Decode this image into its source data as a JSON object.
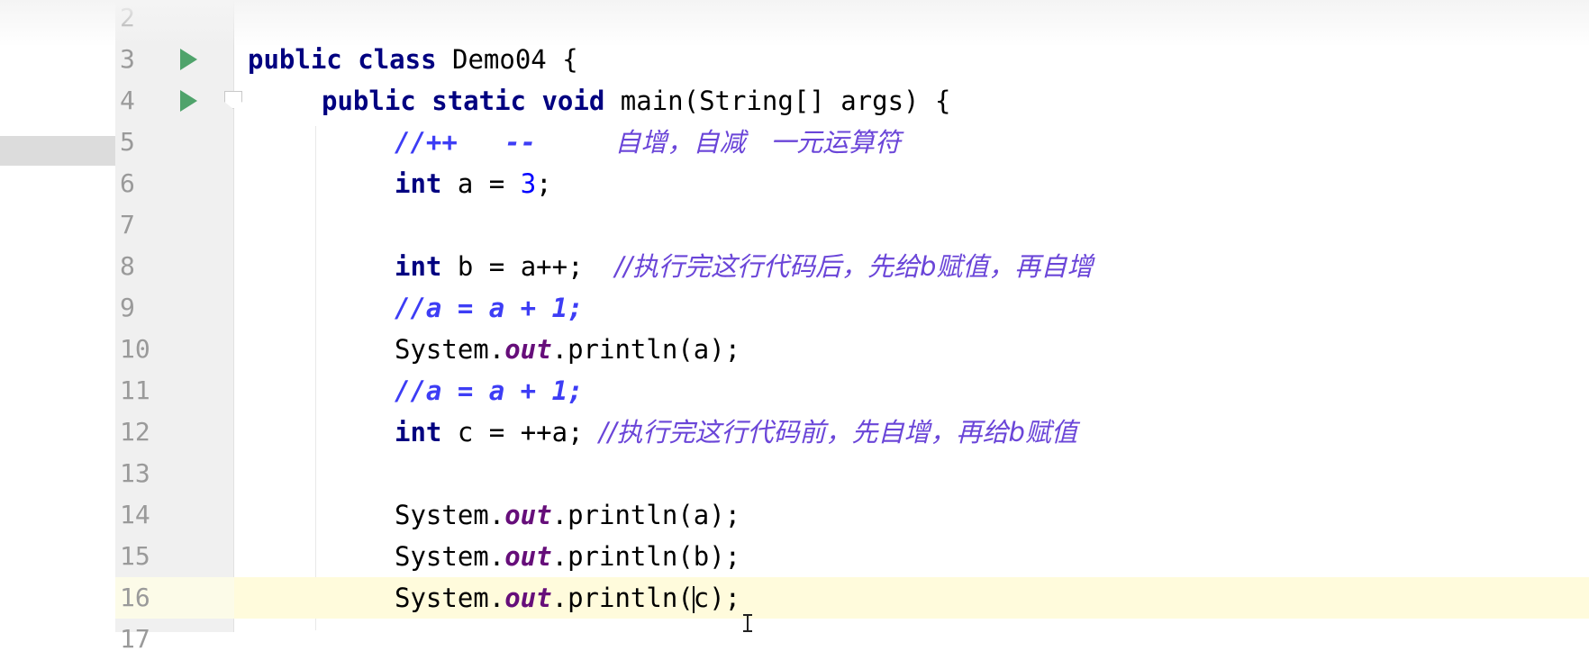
{
  "editor": {
    "lines": [
      {
        "number": "2"
      },
      {
        "number": "3",
        "kw1": "public",
        "kw2": "class",
        "rest": " Demo04 {"
      },
      {
        "number": "4",
        "kw1": "public",
        "kw2": "static",
        "kw3": "void",
        "rest": " main(String[] args) {"
      },
      {
        "number": "5",
        "comment_ops": "//++   --",
        "comment_text": "自增，自减   一元运算符"
      },
      {
        "number": "6",
        "kw": "int",
        "pre": " a = ",
        "num": "3",
        "post": ";"
      },
      {
        "number": "7"
      },
      {
        "number": "8",
        "kw": "int",
        "code": " b = a++;  ",
        "comment": "//执行完这行代码后，先给b赋值，再自增"
      },
      {
        "number": "9",
        "comment": "//a = a + 1;"
      },
      {
        "number": "10",
        "pre": "System.",
        "field": "out",
        "post": ".println(a);"
      },
      {
        "number": "11",
        "comment": "//a = a + 1;"
      },
      {
        "number": "12",
        "kw": "int",
        "code": " c = ++a; ",
        "comment": "//执行完这行代码前，先自增，再给b赋值"
      },
      {
        "number": "13"
      },
      {
        "number": "14",
        "pre": "System.",
        "field": "out",
        "post": ".println(a);"
      },
      {
        "number": "15",
        "pre": "System.",
        "field": "out",
        "post": ".println(b);"
      },
      {
        "number": "16",
        "pre": "System.",
        "field": "out",
        "post_a": ".println(",
        "post_b": "c);"
      },
      {
        "number": "17"
      }
    ],
    "current_line": "16"
  },
  "colors": {
    "keyword": "#000080",
    "number": "#0000ff",
    "field": "#660e7a",
    "comment": "#3d3df5",
    "gutter_bg": "#f0f0f0",
    "current_line_bg": "#fffbdc",
    "run_icon": "#4fa36b"
  },
  "icons": {
    "run": "run-triangle-icon",
    "fold": "fold-marker-icon"
  }
}
